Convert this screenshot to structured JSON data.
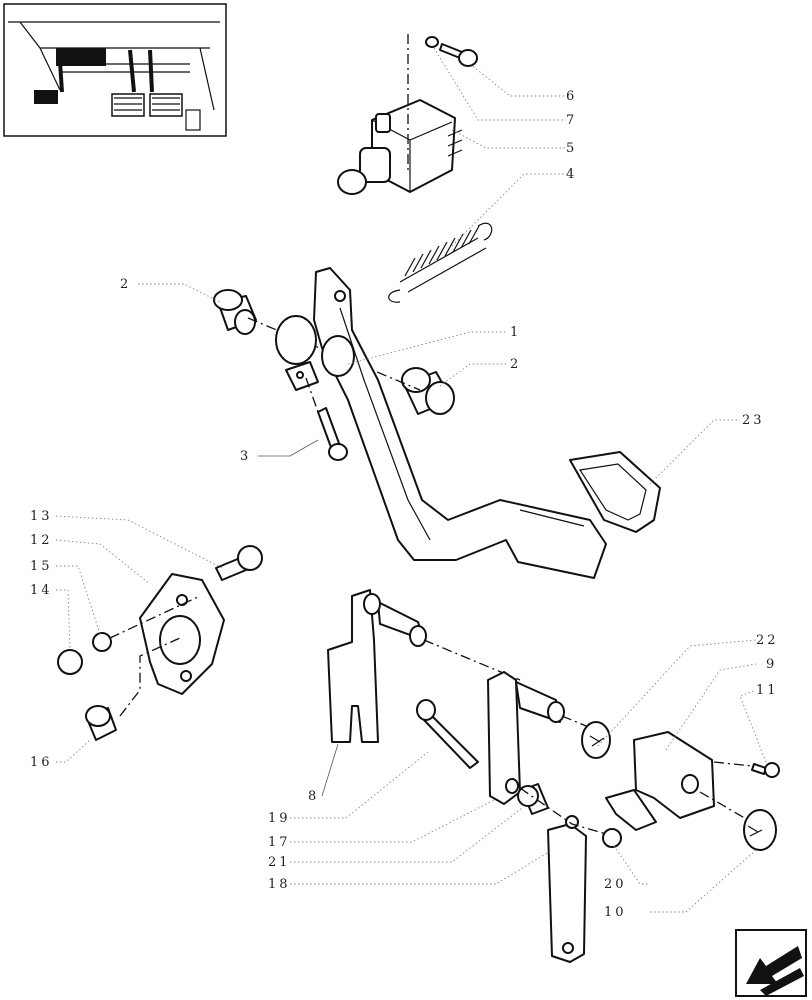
{
  "callouts": {
    "c1": "1",
    "c2a": "2",
    "c2b": "2",
    "c3": "3",
    "c4": "4",
    "c5": "5",
    "c6": "6",
    "c7": "7",
    "c8": "8",
    "c9": "9",
    "c10": "10",
    "c11": "11",
    "c12": "12",
    "c13": "13",
    "c14": "14",
    "c15": "15",
    "c16": "16",
    "c17": "17",
    "c18": "18",
    "c19": "19",
    "c20": "20",
    "c21": "21",
    "c22": "22",
    "c23": "23"
  },
  "thumbnail": {
    "icon": "pedal-location-thumbnail"
  },
  "nav": {
    "icon": "arrow-back-icon"
  }
}
